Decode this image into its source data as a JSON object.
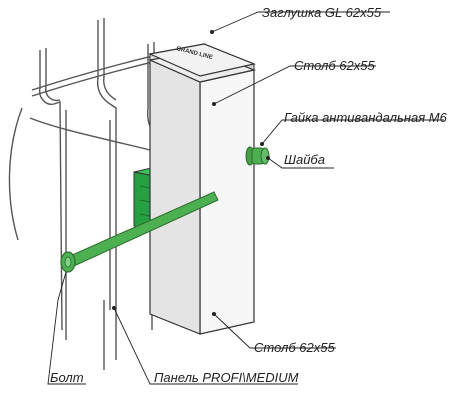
{
  "labels": {
    "cap": "Заглушка GL 62х55",
    "post_top": "Столб 62х55",
    "nut": "Гайка антивандальная М6",
    "washer": "Шайба",
    "post_bottom": "Столб 62х55",
    "bolt": "Болт",
    "panel": "Панель PROFI\\MEDIUM"
  },
  "cap_marking": "GRAND LINE",
  "colors": {
    "bracket": "#2db24a",
    "bolt": "#4caf50",
    "post_front": "#f7f7f7",
    "post_side": "#e4e4e4",
    "outline": "#333333"
  }
}
